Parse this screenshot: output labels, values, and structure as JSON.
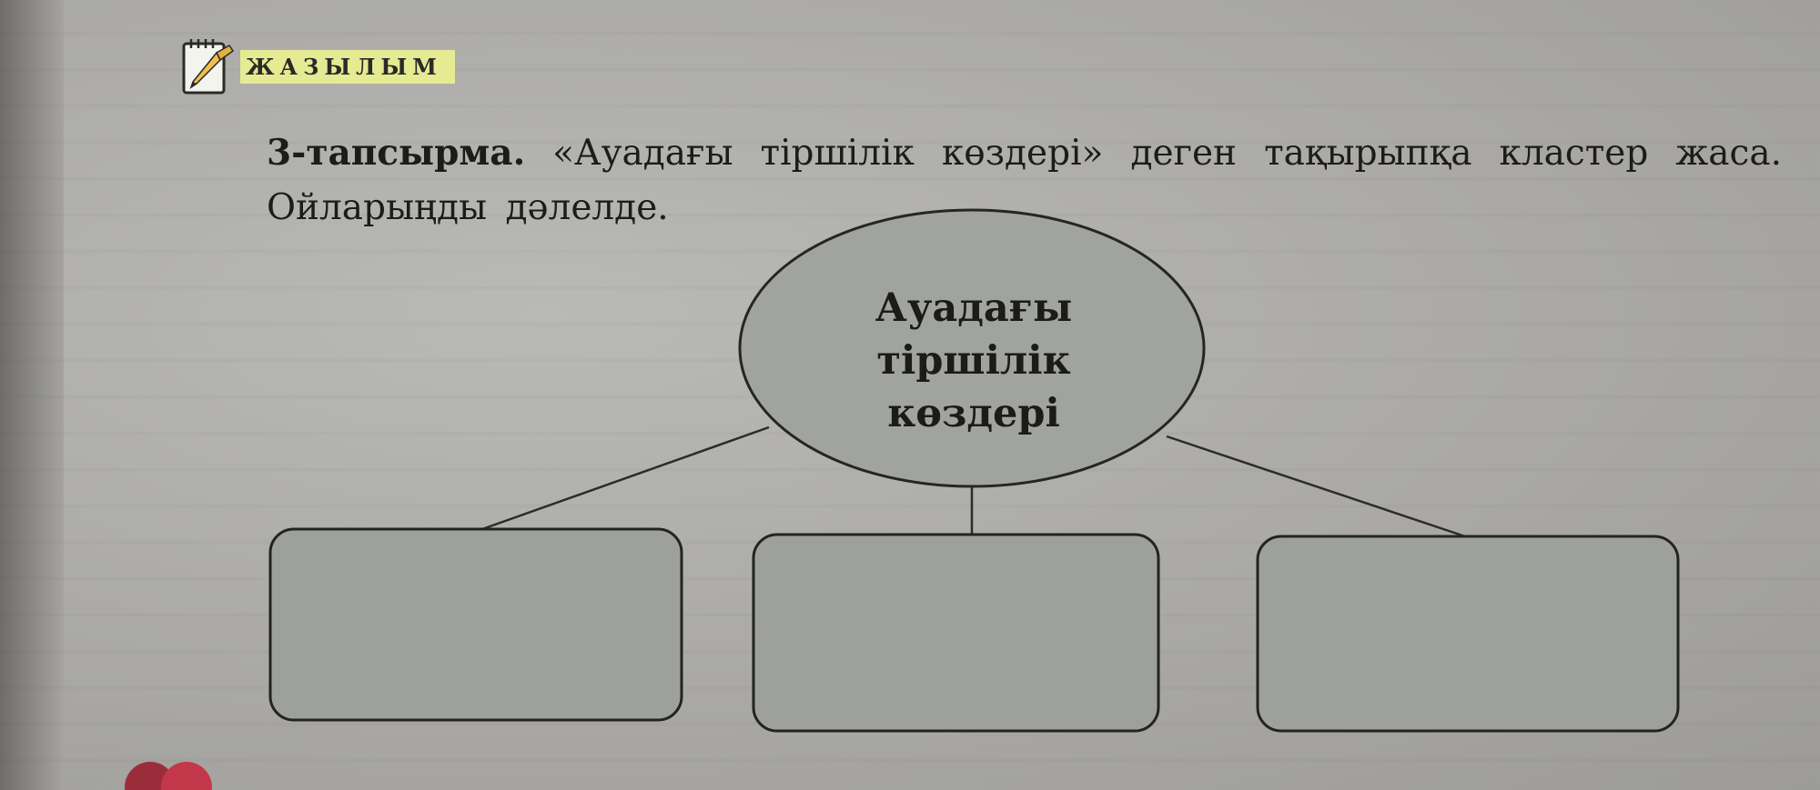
{
  "header": {
    "section_label": "ЖАЗЫЛЫМ",
    "icon": "notepad-pencil-icon"
  },
  "task": {
    "number": "3-тапсырма.",
    "text": " «Ауадағы тіршілік көздері» деген тақырыпқа кластер жаса. Ойларыңды дәлелде."
  },
  "cluster": {
    "center_lines": [
      "Ауадағы",
      "тіршілік",
      "көздері"
    ],
    "branch_count": 3,
    "box_fill": "#9ea19b",
    "ellipse_fill": "#a1a49e"
  }
}
